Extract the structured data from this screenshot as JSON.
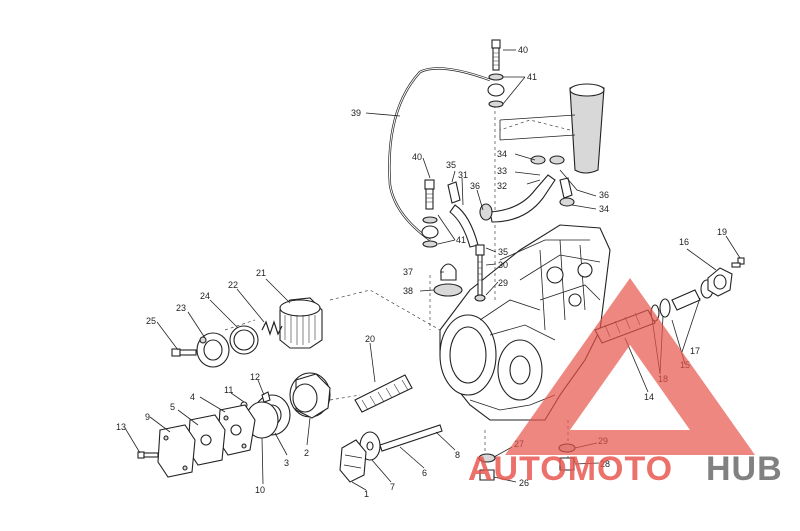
{
  "callouts": {
    "c1": "1",
    "c2": "2",
    "c3": "3",
    "c4": "4",
    "c5": "5",
    "c6": "6",
    "c7": "7",
    "c8": "8",
    "c9": "9",
    "c10": "10",
    "c11": "11",
    "c12": "12",
    "c13": "13",
    "c14": "14",
    "c15": "15",
    "c16": "16",
    "c17": "17",
    "c18": "18",
    "c19": "19",
    "c20": "20",
    "c21": "21",
    "c22": "22",
    "c23": "23",
    "c24": "24",
    "c25": "25",
    "c26": "26",
    "c27": "27",
    "c28": "28",
    "c29a": "29",
    "c29b": "29",
    "c30": "30",
    "c31": "31",
    "c32": "32",
    "c33": "33",
    "c34a": "34",
    "c34b": "34",
    "c35a": "35",
    "c35b": "35",
    "c36a": "36",
    "c36b": "36",
    "c37": "37",
    "c38": "38",
    "c39": "39",
    "c40a": "40",
    "c40b": "40",
    "c41a": "41",
    "c41b": "41"
  },
  "watermark": {
    "part1": "AUTOMOTO",
    "part2": "HUB",
    "color_primary": "#e8534a",
    "color_secondary": "#666666"
  }
}
